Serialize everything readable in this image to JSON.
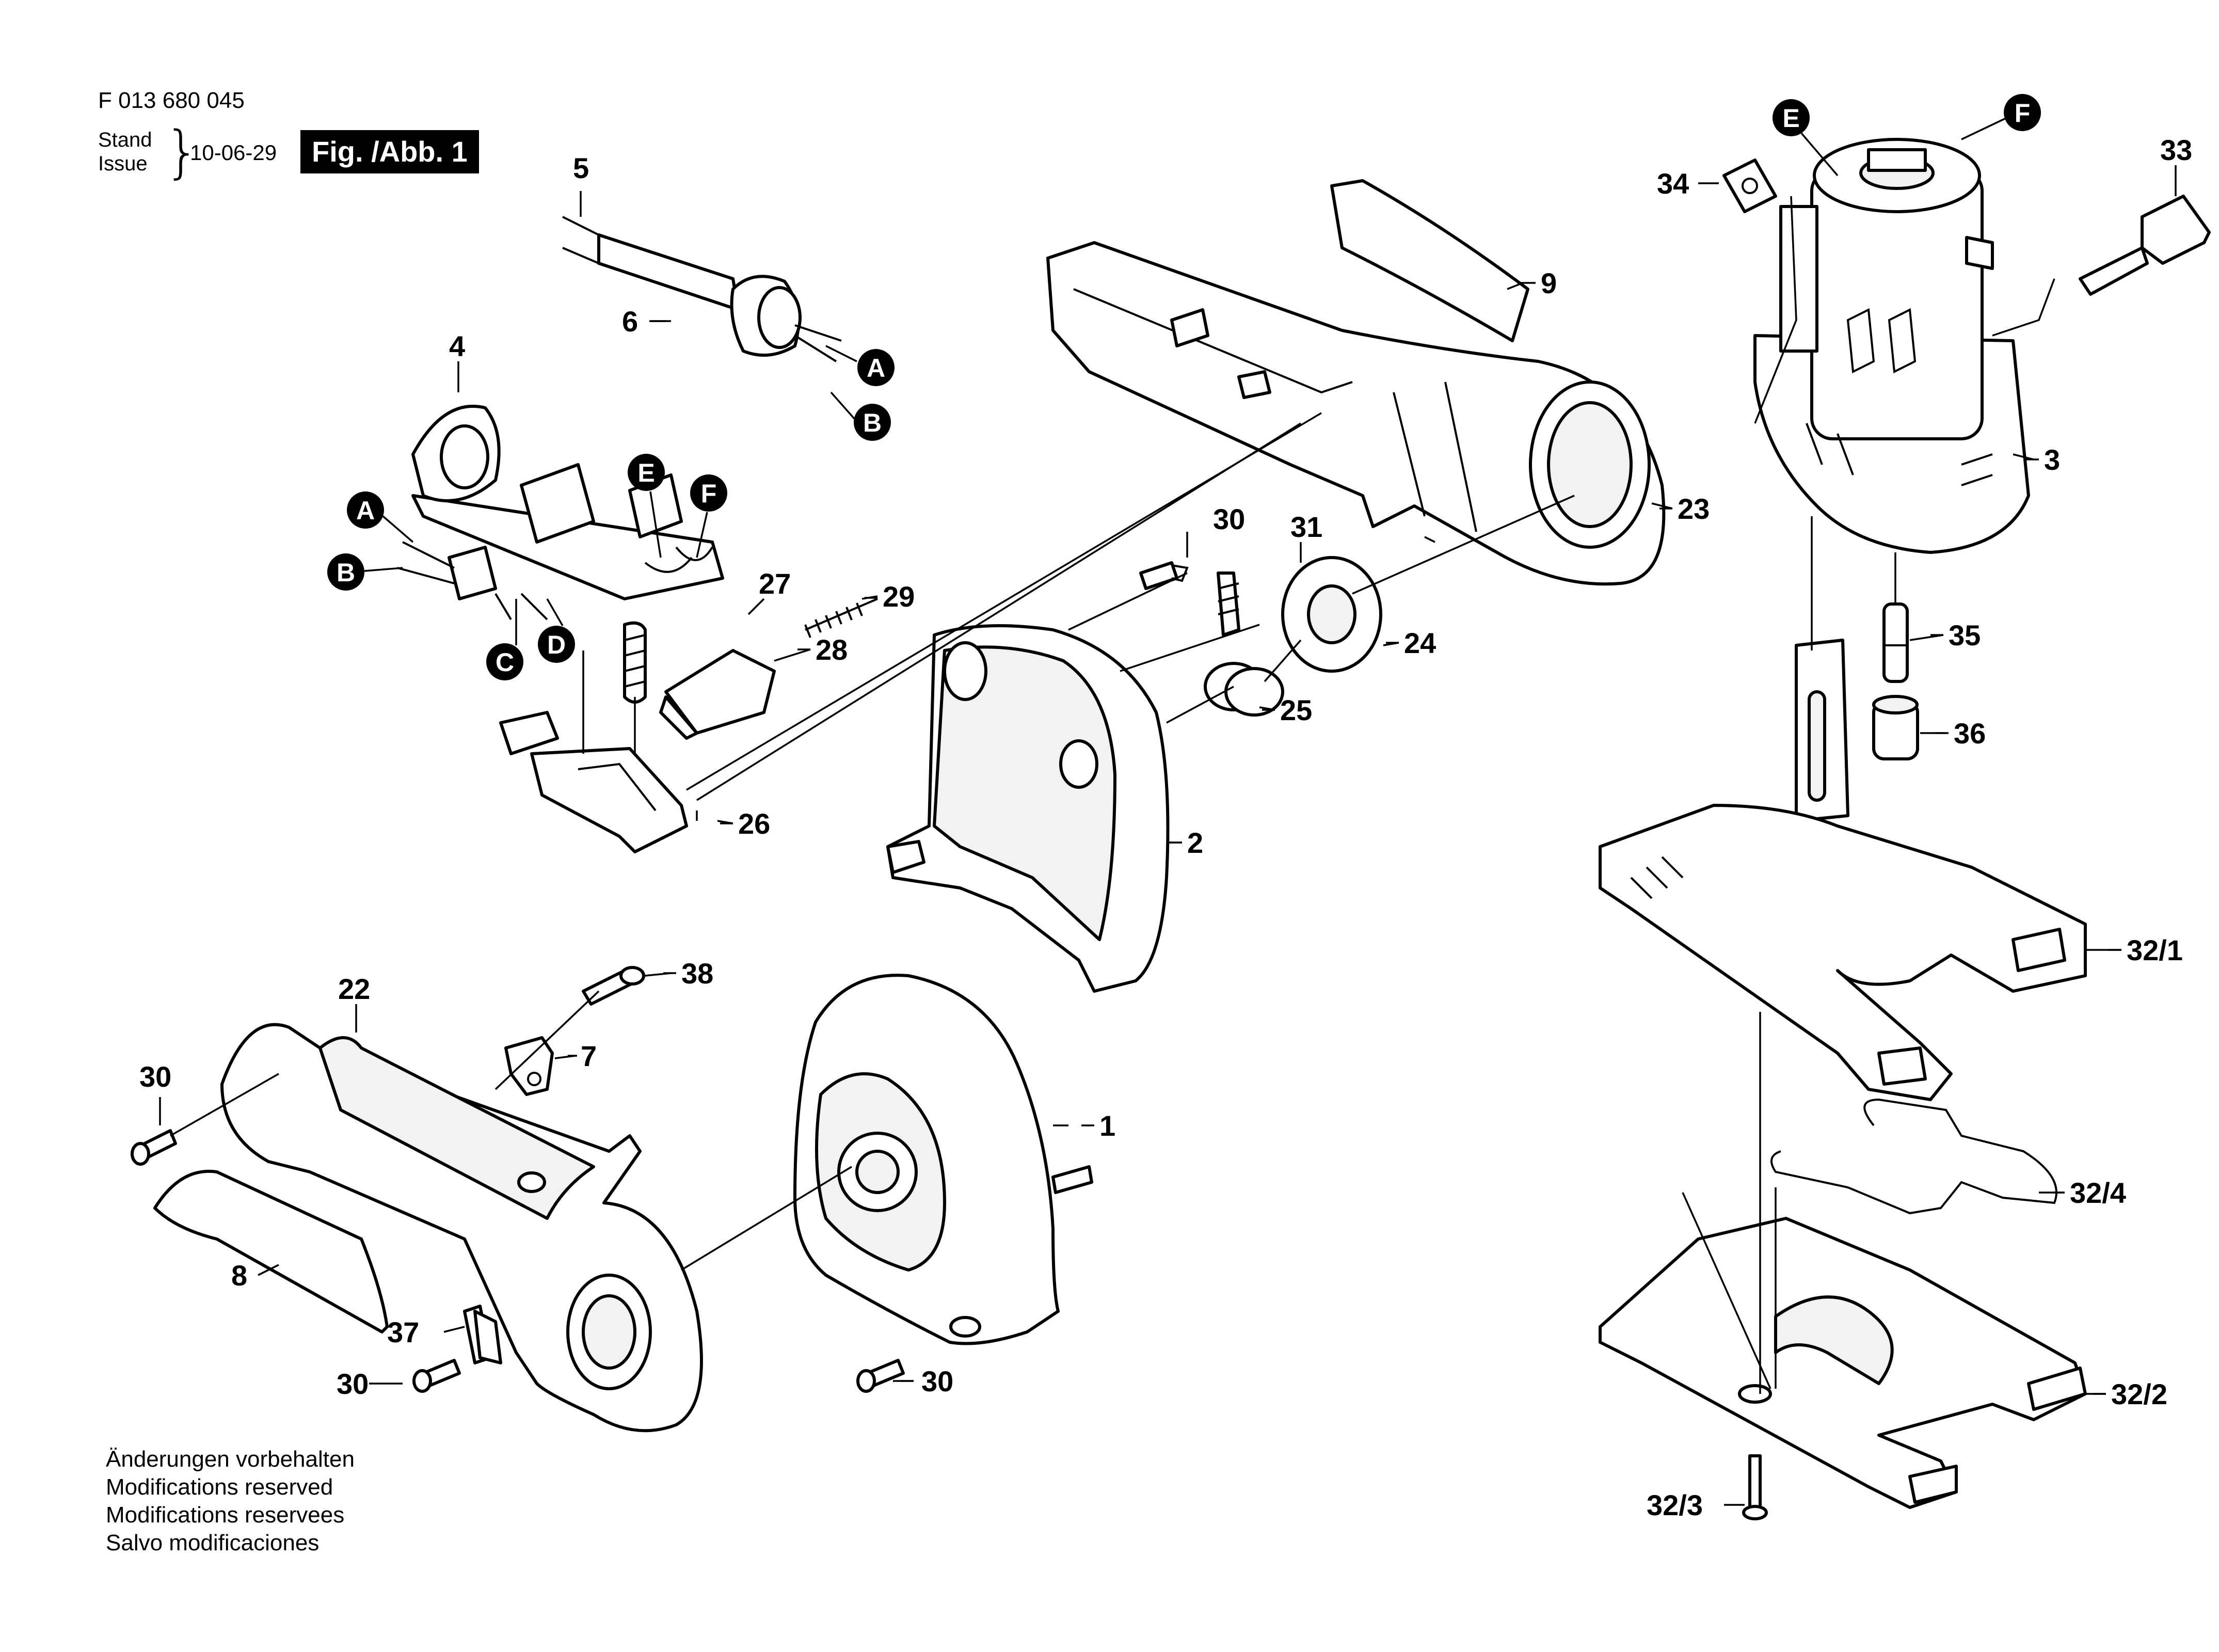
{
  "header": {
    "part_number": "F 013 680 045",
    "stand": "Stand",
    "issue": "Issue",
    "date": "10-06-29",
    "figure": "Fig. /Abb. 1"
  },
  "notes": [
    "Änderungen vorbehalten",
    "Modifications reserved",
    "Modifications reservees",
    "Salvo modificaciones"
  ],
  "callouts": [
    "1",
    "2",
    "3",
    "4",
    "5",
    "6",
    "7",
    "8",
    "9",
    "22",
    "23",
    "24",
    "25",
    "26",
    "27",
    "28",
    "29",
    "30",
    "31",
    "32/1",
    "32/2",
    "32/3",
    "32/4",
    "33",
    "34",
    "35",
    "36",
    "37",
    "38"
  ],
  "connectors": [
    "A",
    "B",
    "C",
    "D",
    "E",
    "F"
  ]
}
